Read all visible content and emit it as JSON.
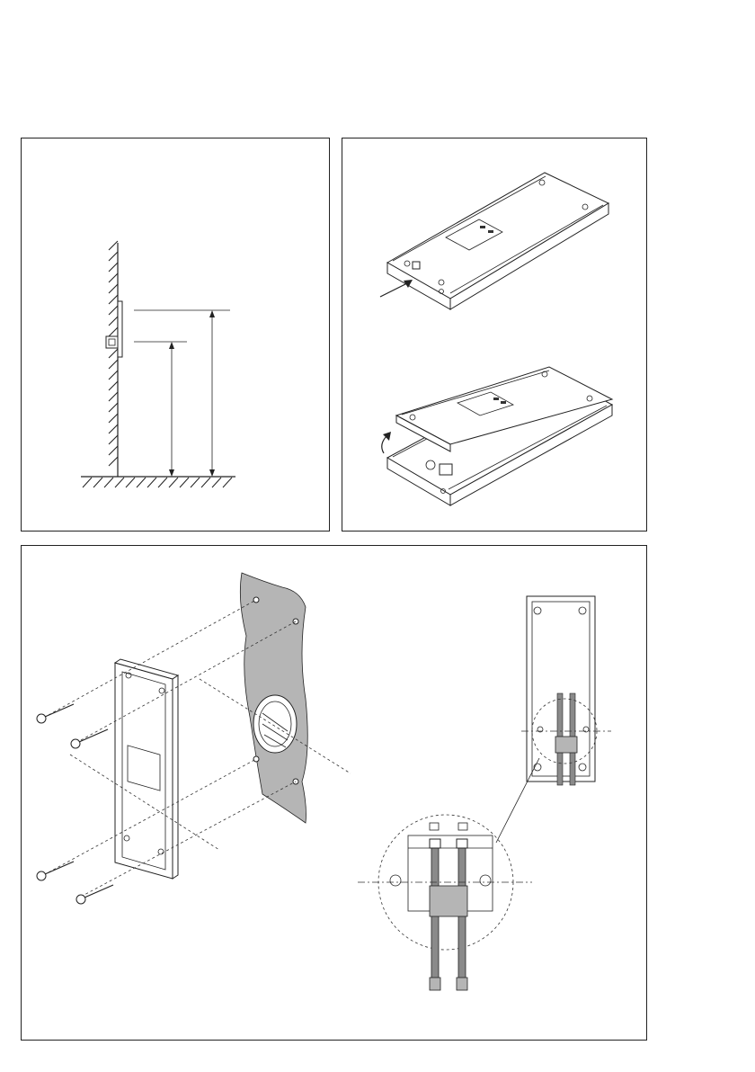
{
  "figure": {
    "panels": [
      {
        "id": "panel-1",
        "content": "wall-height-diagram"
      },
      {
        "id": "panel-2",
        "content": "open-housing-steps"
      },
      {
        "id": "panel-3",
        "content": "wall-mounting-exploded-view"
      }
    ]
  }
}
